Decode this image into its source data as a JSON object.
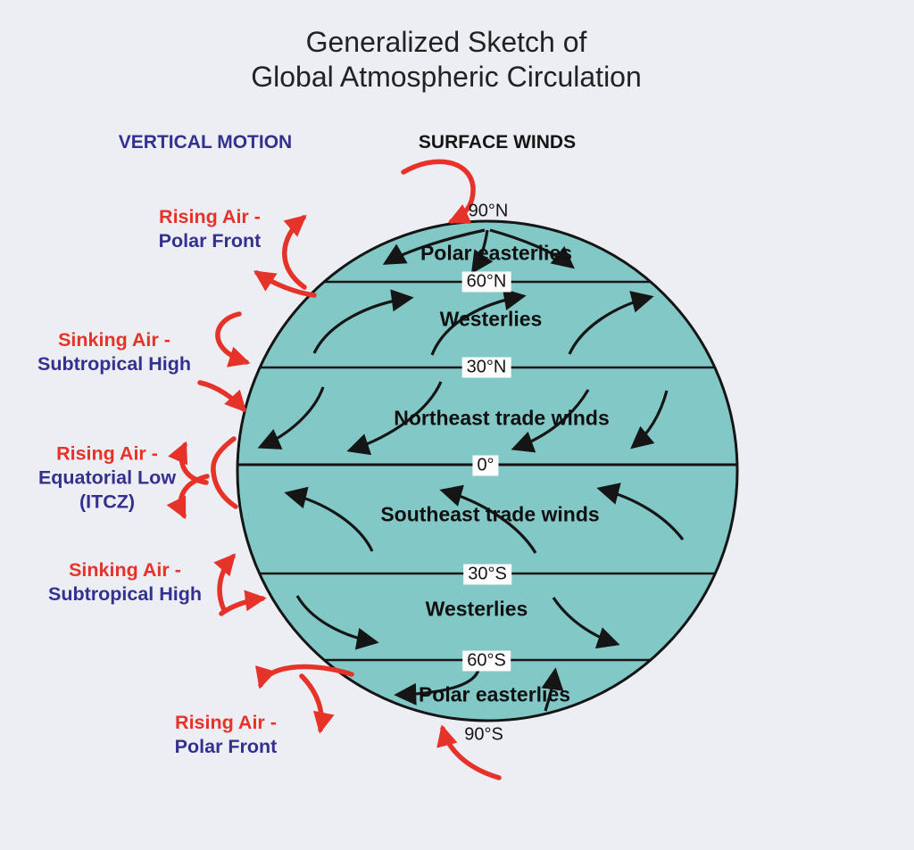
{
  "title": {
    "line1": "Generalized Sketch of",
    "line2": "Global Atmospheric Circulation"
  },
  "headers": {
    "vertical_motion": "VERTICAL MOTION",
    "surface_winds": "SURFACE WINDS"
  },
  "vertical_motion_labels": [
    {
      "lines": [
        "Rising Air -",
        "Polar Front"
      ]
    },
    {
      "lines": [
        "Sinking Air -",
        "Subtropical High"
      ]
    },
    {
      "lines": [
        "Rising Air -",
        "Equatorial Low",
        "(ITCZ)"
      ]
    },
    {
      "lines": [
        "Sinking Air -",
        "Subtropical High"
      ]
    },
    {
      "lines": [
        "Rising Air -",
        "Polar Front"
      ]
    }
  ],
  "wind_band_labels": [
    {
      "label": "Polar easterlies"
    },
    {
      "label": "Westerlies"
    },
    {
      "label": "Northeast trade winds"
    },
    {
      "label": "Southeast trade winds"
    },
    {
      "label": "Westerlies"
    },
    {
      "label": "Polar easterlies"
    }
  ],
  "latitude_labels": [
    {
      "text": "90°N"
    },
    {
      "text": "60°N"
    },
    {
      "text": "30°N"
    },
    {
      "text": "0°"
    },
    {
      "text": "30°S"
    },
    {
      "text": "60°S"
    },
    {
      "text": "90°S"
    }
  ],
  "colors": {
    "background": "#edeef4",
    "globe_fill": "#82c8c6",
    "outline_black": "#151515",
    "arrow_red": "#e63329",
    "label_blue": "#34318e",
    "latitude_box_bg": "#fdfdfd"
  }
}
